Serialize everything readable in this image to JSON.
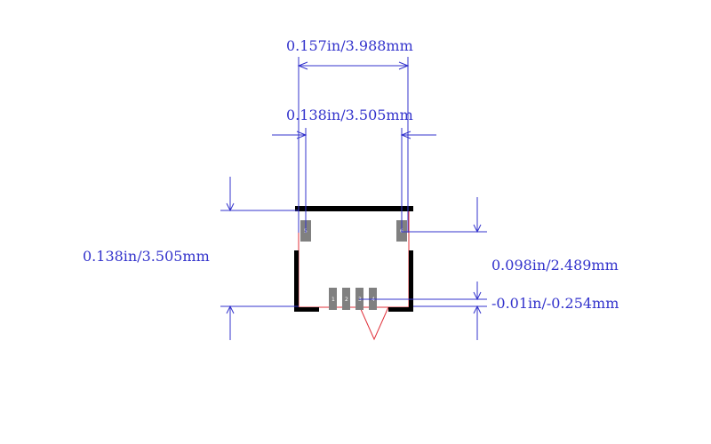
{
  "colors": {
    "dimension": "#3333cc",
    "outline": "#e0303a",
    "silkscreen": "#000000",
    "pad": "#808080"
  },
  "dimensions": {
    "top_width": "0.157in/3.988mm",
    "inner_width": "0.138in/3.505mm",
    "left_height": "0.138in/3.505mm",
    "right_height": "0.098in/2.489mm",
    "bottom_offset": "-0.01in/-0.254mm"
  },
  "pads": {
    "mount_left": "5",
    "mount_right": "6",
    "pin_1": "1",
    "pin_2": "2",
    "pin_3": "3",
    "pin_4": "4"
  }
}
